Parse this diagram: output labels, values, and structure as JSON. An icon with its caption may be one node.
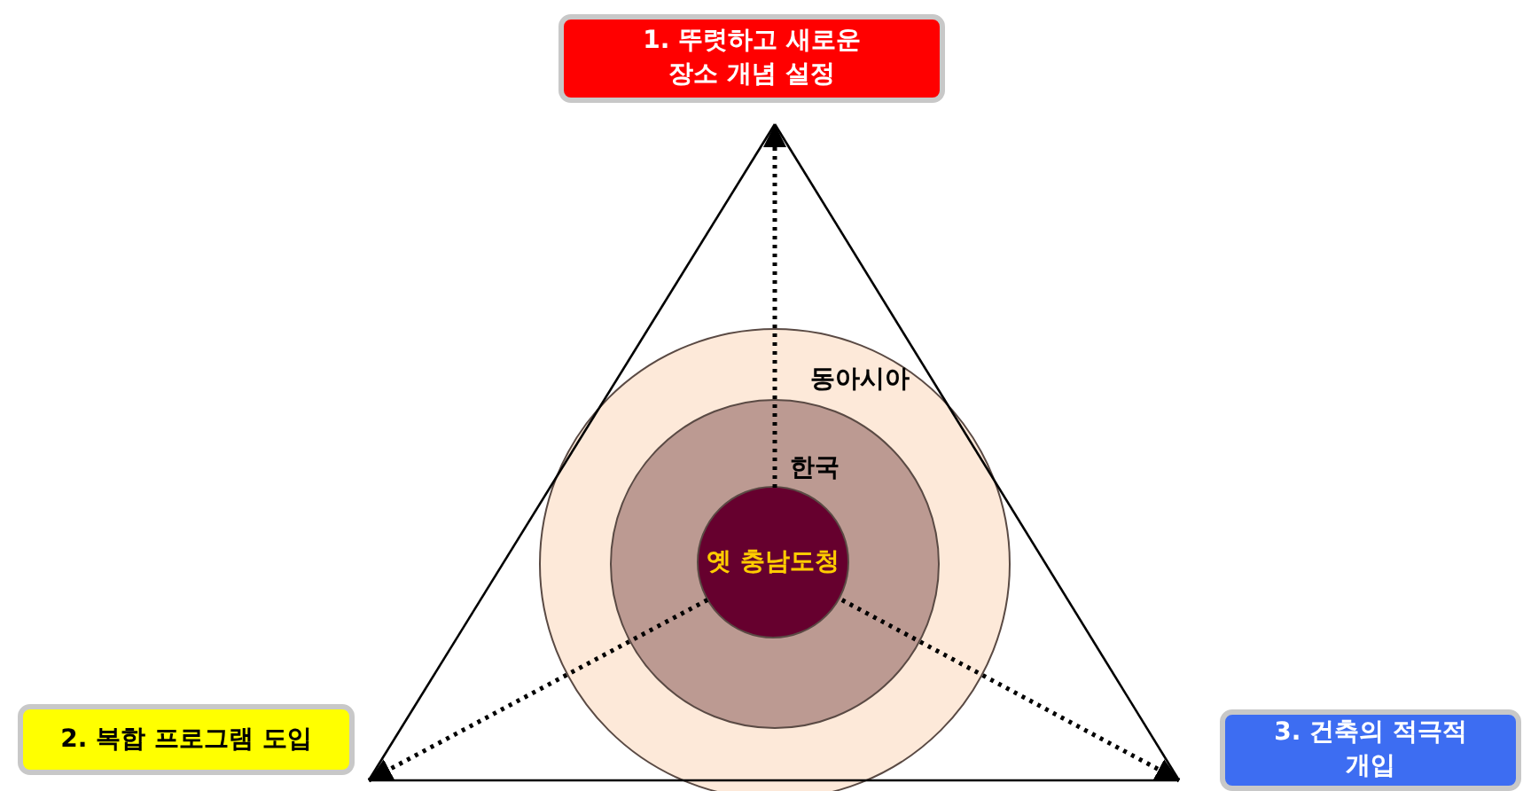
{
  "diagram": {
    "nodes": [
      {
        "text": [
          "1. 뚜렷하고 새로운 장소 개념 설정"
        ]
      },
      {
        "text": [
          "2. 복합 프로그램 도입"
        ]
      },
      {
        "text": [
          "3. 건축의 적극적 개입"
        ]
      },
      {
        "text": [
          "동아시아"
        ]
      },
      {
        "text": [
          "한국"
        ],
        "in": 3
      },
      {
        "text": [
          "옛 충남도청"
        ],
        "in": 4
      }
    ],
    "edges": [
      {
        "from": 5,
        "to": 0,
        "arrow": "to",
        "style": "dashed"
      },
      {
        "from": 5,
        "to": 1,
        "arrow": "to",
        "style": "dashed"
      },
      {
        "from": 5,
        "to": 2,
        "arrow": "to",
        "style": "dashed"
      },
      {
        "from": 0,
        "to": 1,
        "arrow": "none"
      },
      {
        "from": 0,
        "to": 2,
        "arrow": "none"
      },
      {
        "from": 1,
        "to": 2,
        "arrow": "none"
      }
    ]
  }
}
